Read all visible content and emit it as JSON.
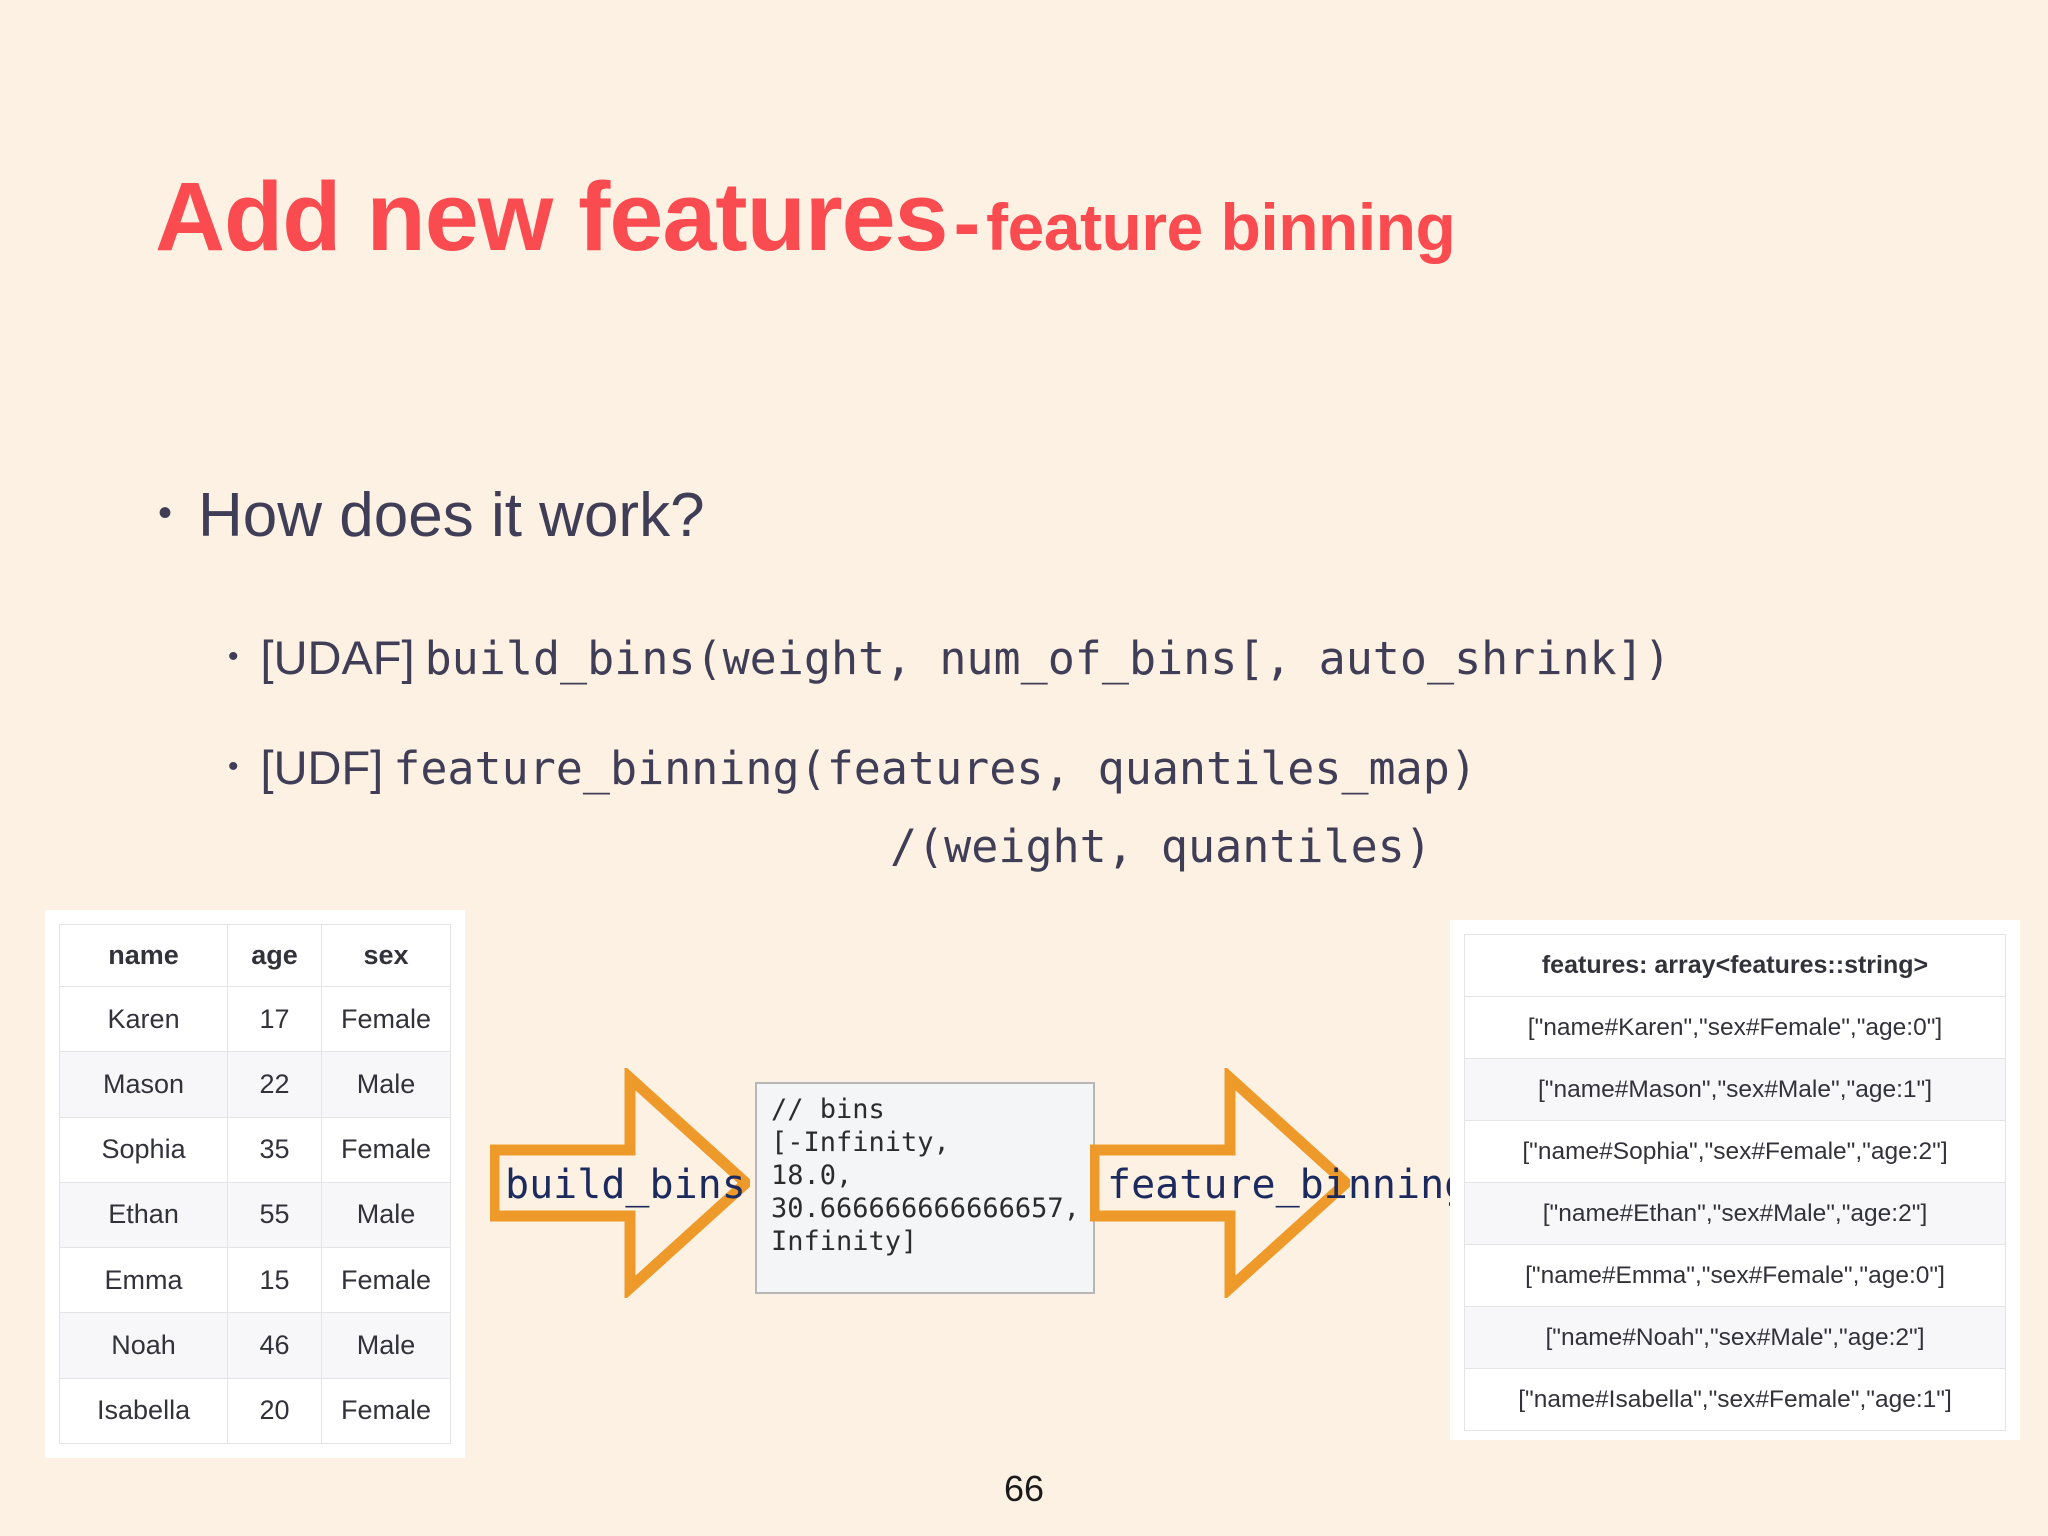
{
  "slide": {
    "title_main": "Add new features",
    "title_dash": "-",
    "title_sub": "feature binning",
    "page_number": "66",
    "colors": {
      "background": "#FDF1E3",
      "title_red": "#FA4B50",
      "body_navy": "#3F3E56",
      "arrow_orange": "#EE9A2B",
      "arrow_label_navy": "#1C2A5E"
    }
  },
  "bullets": {
    "level1": {
      "marker": "•",
      "text": "How does it work?"
    },
    "level2": [
      {
        "marker": "•",
        "label": "[UDAF]",
        "signature": "build_bins(weight, num_of_bins[, auto_shrink])"
      },
      {
        "marker": "•",
        "label": "[UDF]",
        "signature": "feature_binning(features, quantiles_map)",
        "continuation": "/(weight, quantiles)"
      }
    ]
  },
  "input_table": {
    "headers": [
      "name",
      "age",
      "sex"
    ],
    "rows": [
      [
        "Karen",
        "17",
        "Female"
      ],
      [
        "Mason",
        "22",
        "Male"
      ],
      [
        "Sophia",
        "35",
        "Female"
      ],
      [
        "Ethan",
        "55",
        "Male"
      ],
      [
        "Emma",
        "15",
        "Female"
      ],
      [
        "Noah",
        "46",
        "Male"
      ],
      [
        "Isabella",
        "20",
        "Female"
      ]
    ]
  },
  "code_box": {
    "text": "// bins\n[-Infinity,\n18.0,\n30.666666666666657,\nInfinity]"
  },
  "output_table": {
    "header": "features: array<features::string>",
    "rows": [
      "[\"name#Karen\",\"sex#Female\",\"age:0\"]",
      "[\"name#Mason\",\"sex#Male\",\"age:1\"]",
      "[\"name#Sophia\",\"sex#Female\",\"age:2\"]",
      "[\"name#Ethan\",\"sex#Male\",\"age:2\"]",
      "[\"name#Emma\",\"sex#Female\",\"age:0\"]",
      "[\"name#Noah\",\"sex#Male\",\"age:2\"]",
      "[\"name#Isabella\",\"sex#Female\",\"age:1\"]"
    ]
  },
  "arrows": [
    {
      "label": "build_bins"
    },
    {
      "label": "feature_binning"
    }
  ]
}
